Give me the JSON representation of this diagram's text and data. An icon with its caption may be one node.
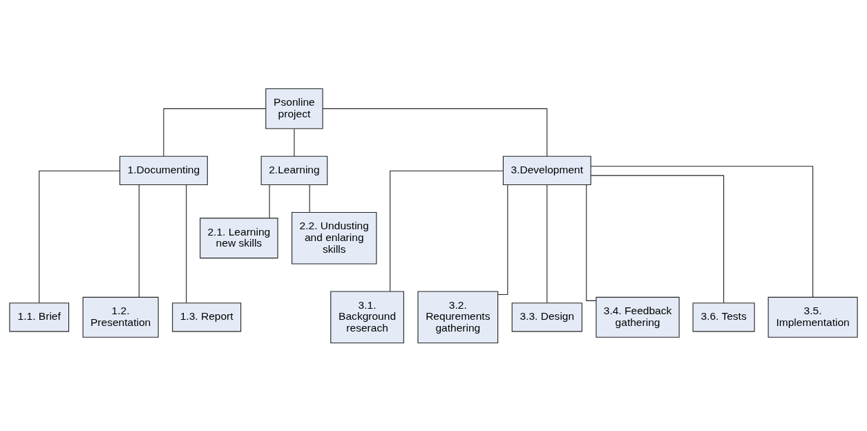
{
  "diagram": {
    "nodes": [
      {
        "text": [
          "Psonline project"
        ]
      },
      {
        "text": [
          "1.Documenting"
        ]
      },
      {
        "text": [
          "2.Learning"
        ]
      },
      {
        "text": [
          "3.Development"
        ]
      },
      {
        "text": [
          "2.1. Learning new skills"
        ]
      },
      {
        "text": [
          "2.2. Undusting and enlaring skills"
        ]
      },
      {
        "text": [
          "1.1. Brief"
        ]
      },
      {
        "text": [
          "1.2. Presentation"
        ]
      },
      {
        "text": [
          "1.3. Report"
        ]
      },
      {
        "text": [
          "3.1. Background reserach"
        ]
      },
      {
        "text": [
          "3.2. Requrements gathering"
        ]
      },
      {
        "text": [
          "3.3. Design"
        ]
      },
      {
        "text": [
          "3.4. Feedback gathering"
        ]
      },
      {
        "text": [
          "3.6. Tests"
        ]
      },
      {
        "text": [
          "3.5. Implementation"
        ]
      }
    ],
    "edges": [
      {
        "from": 0,
        "to": 1,
        "arrow": "none"
      },
      {
        "from": 0,
        "to": 2,
        "arrow": "none"
      },
      {
        "from": 0,
        "to": 3,
        "arrow": "none"
      },
      {
        "from": 2,
        "to": 4,
        "arrow": "none"
      },
      {
        "from": 2,
        "to": 5,
        "arrow": "none"
      },
      {
        "from": 1,
        "to": 6,
        "arrow": "none"
      },
      {
        "from": 1,
        "to": 7,
        "arrow": "none"
      },
      {
        "from": 1,
        "to": 8,
        "arrow": "none"
      },
      {
        "from": 3,
        "to": 9,
        "arrow": "none"
      },
      {
        "from": 3,
        "to": 10,
        "arrow": "none"
      },
      {
        "from": 3,
        "to": 11,
        "arrow": "none"
      },
      {
        "from": 3,
        "to": 12,
        "arrow": "none"
      },
      {
        "from": 3,
        "to": 13,
        "arrow": "none"
      },
      {
        "from": 3,
        "to": 14,
        "arrow": "none"
      }
    ]
  }
}
